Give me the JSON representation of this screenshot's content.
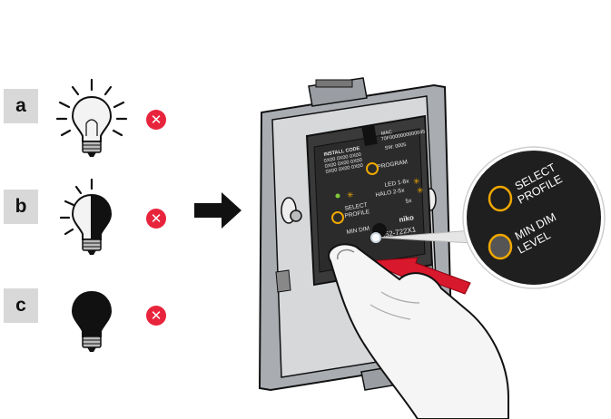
{
  "rows": [
    {
      "letter": "a"
    },
    {
      "letter": "b"
    },
    {
      "letter": "c"
    }
  ],
  "status_icon": "cross-icon",
  "status_symbol": "✕",
  "colors": {
    "label_bg": "#d8d8d8",
    "cross_red": "#e8243c",
    "device_dark": "#2b2b2b",
    "led_ring": "#f0a800",
    "arrow_red": "#d8182c",
    "indicator_green": "#7ec83a"
  },
  "device": {
    "install_code": "INSTALL CODE",
    "install_code_lines": [
      "0X00 0X00 0X00",
      "0X00 0X00 0X00",
      "0X00 0X00 0X00"
    ],
    "mac_label": "MAC",
    "mac_value": "70F0000000000045",
    "sw_label": "SW: 0005",
    "program": "PROGRAM",
    "led_line": "LED  1-8x",
    "halo_line": "HALO  2-5x",
    "third_line": "5x",
    "select": "SELECT",
    "profile": "PROFILE",
    "min_dim": "MIN DIM",
    "brand": "niko",
    "model": "552-722X1"
  },
  "callout": {
    "select": "SELECT",
    "profile": "PROFILE",
    "min_dim": "MIN DIM",
    "level": "LEVEL"
  }
}
